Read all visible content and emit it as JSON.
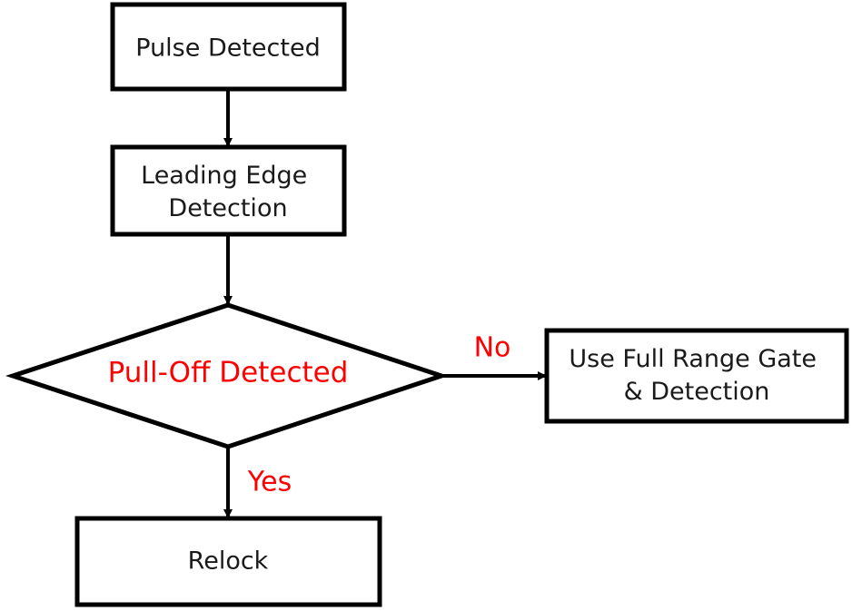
{
  "nodes": {
    "pulse_detected": "Pulse Detected",
    "leading_edge": [
      "Leading Edge",
      "Detection"
    ],
    "decision": "Pull-Off Detected",
    "full_range": [
      "Use Full Range Gate",
      "& Detection"
    ],
    "relock": "Relock"
  },
  "branches": {
    "no": "No",
    "yes": "Yes"
  },
  "colors": {
    "decision_text": "#ff0000",
    "branch_text": "#ff0000",
    "box_stroke": "#000000",
    "body_text": "#1a1a1a"
  }
}
